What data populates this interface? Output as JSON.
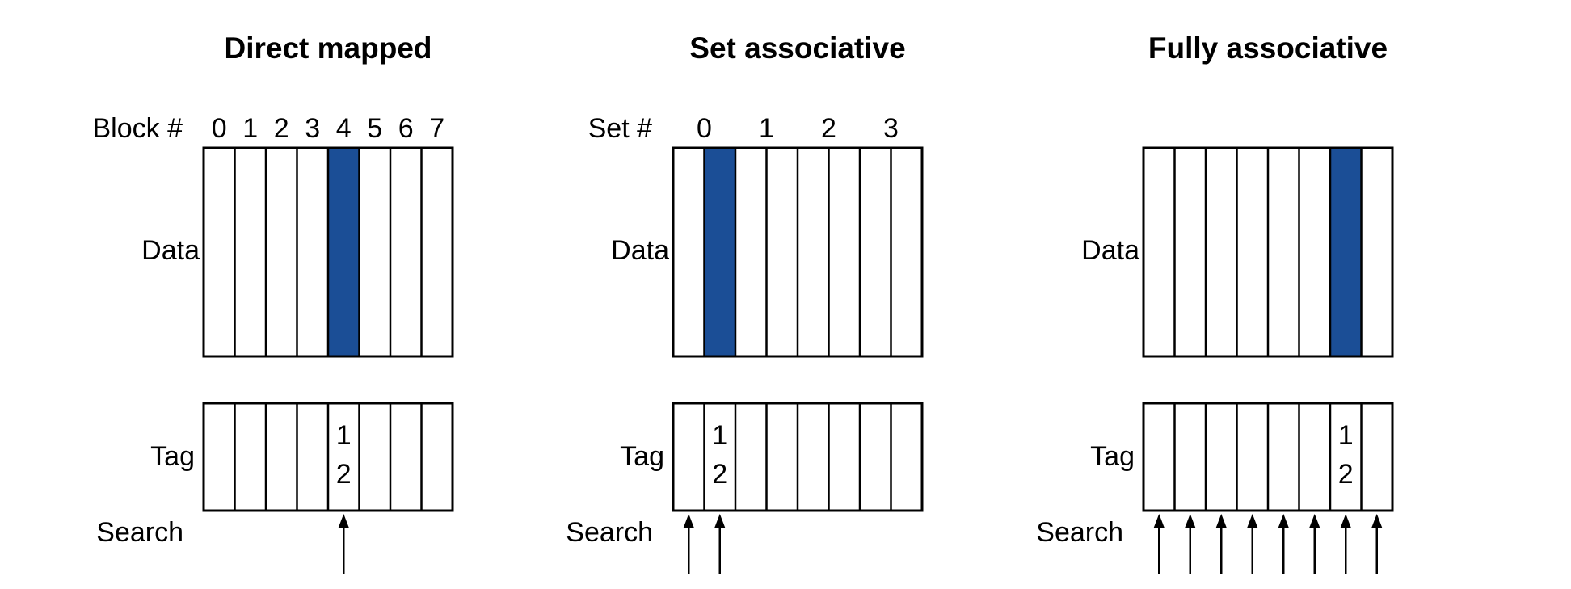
{
  "figure": {
    "background_color": "#ffffff",
    "line_color": "#000000",
    "highlight_color": "#1b4e96",
    "labels": {
      "data": "Data",
      "tag": "Tag",
      "search": "Search"
    },
    "tag_value_lines": [
      "1",
      "2"
    ],
    "panels": [
      {
        "title": "Direct mapped",
        "index_label": "Block #",
        "index_numbers": [
          "0",
          "1",
          "2",
          "3",
          "4",
          "5",
          "6",
          "7"
        ],
        "num_columns": 8,
        "highlighted_column": 4,
        "tag_value_column": 4,
        "search_arrow_columns": [
          4
        ]
      },
      {
        "title": "Set associative",
        "index_label": "Set #",
        "index_numbers": [
          "0",
          "1",
          "2",
          "3"
        ],
        "num_columns": 8,
        "highlighted_column": 1,
        "tag_value_column": 1,
        "search_arrow_columns": [
          0,
          1
        ]
      },
      {
        "title": "Fully associative",
        "index_label": "",
        "index_numbers": [],
        "num_columns": 8,
        "highlighted_column": 6,
        "tag_value_column": 6,
        "search_arrow_columns": [
          0,
          1,
          2,
          3,
          4,
          5,
          6,
          7
        ]
      }
    ]
  }
}
